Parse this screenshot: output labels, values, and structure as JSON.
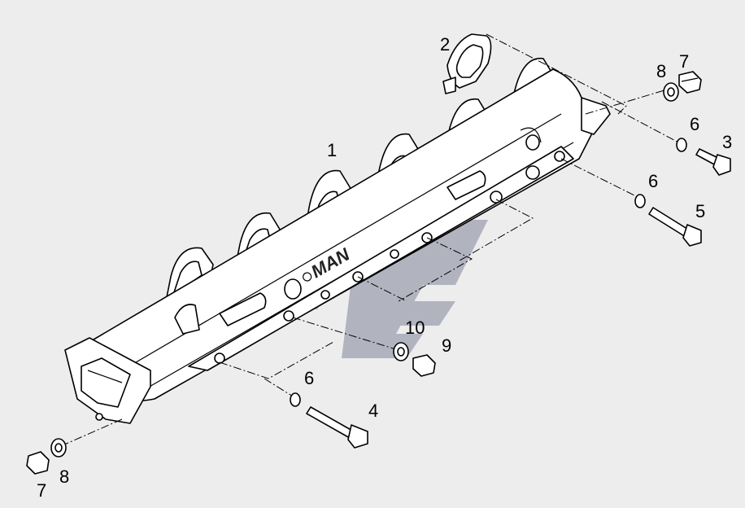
{
  "diagram": {
    "brand_logo": "MAN",
    "colors": {
      "background": "#ededed",
      "line": "#000000",
      "part_fill": "#ffffff",
      "watermark": "#a7abb8"
    },
    "callouts": [
      {
        "id": "c1",
        "text": "1"
      },
      {
        "id": "c2",
        "text": "2"
      },
      {
        "id": "c3",
        "text": "3"
      },
      {
        "id": "c4",
        "text": "4"
      },
      {
        "id": "c5",
        "text": "5"
      },
      {
        "id": "c6a",
        "text": "6"
      },
      {
        "id": "c6b",
        "text": "6"
      },
      {
        "id": "c6c",
        "text": "6"
      },
      {
        "id": "c7a",
        "text": "7"
      },
      {
        "id": "c7b",
        "text": "7"
      },
      {
        "id": "c8a",
        "text": "8"
      },
      {
        "id": "c8b",
        "text": "8"
      },
      {
        "id": "c9",
        "text": "9"
      },
      {
        "id": "c10",
        "text": "10"
      }
    ]
  }
}
